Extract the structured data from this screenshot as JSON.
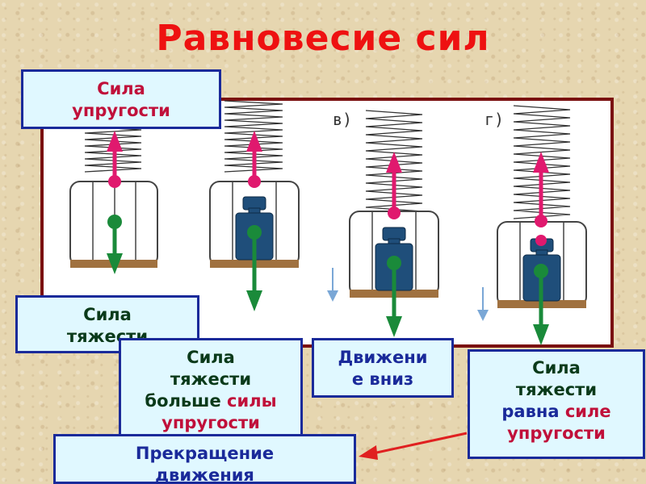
{
  "title": "Равновесие сил",
  "panel_labels": [
    "в)",
    "г)"
  ],
  "boxes": {
    "elastic_top": {
      "line1": "Сила",
      "line2": "упругости"
    },
    "gravity": {
      "line1": "Сила",
      "line2": "тяжести"
    },
    "gravity_greater": {
      "line1": "Сила",
      "line2": "тяжести",
      "line3a": "больше ",
      "line3b": "силы",
      "line4": "упругости"
    },
    "motion_down": {
      "line1": "Движени",
      "line2": "е вниз"
    },
    "gravity_equal": {
      "line1": "Сила",
      "line2": "тяжести",
      "line3a": "равна ",
      "line3b": "силе",
      "line4": "упругости"
    },
    "stop": {
      "line1": "Прекращение",
      "line2": "движения"
    }
  },
  "colors": {
    "title": "#ee1111",
    "elastic_arrow": "#e0196e",
    "gravity_arrow": "#1a8a3a",
    "panel_border": "#7a1010",
    "box_border": "#1a2a9a",
    "box_fill": "#e0f8ff"
  }
}
